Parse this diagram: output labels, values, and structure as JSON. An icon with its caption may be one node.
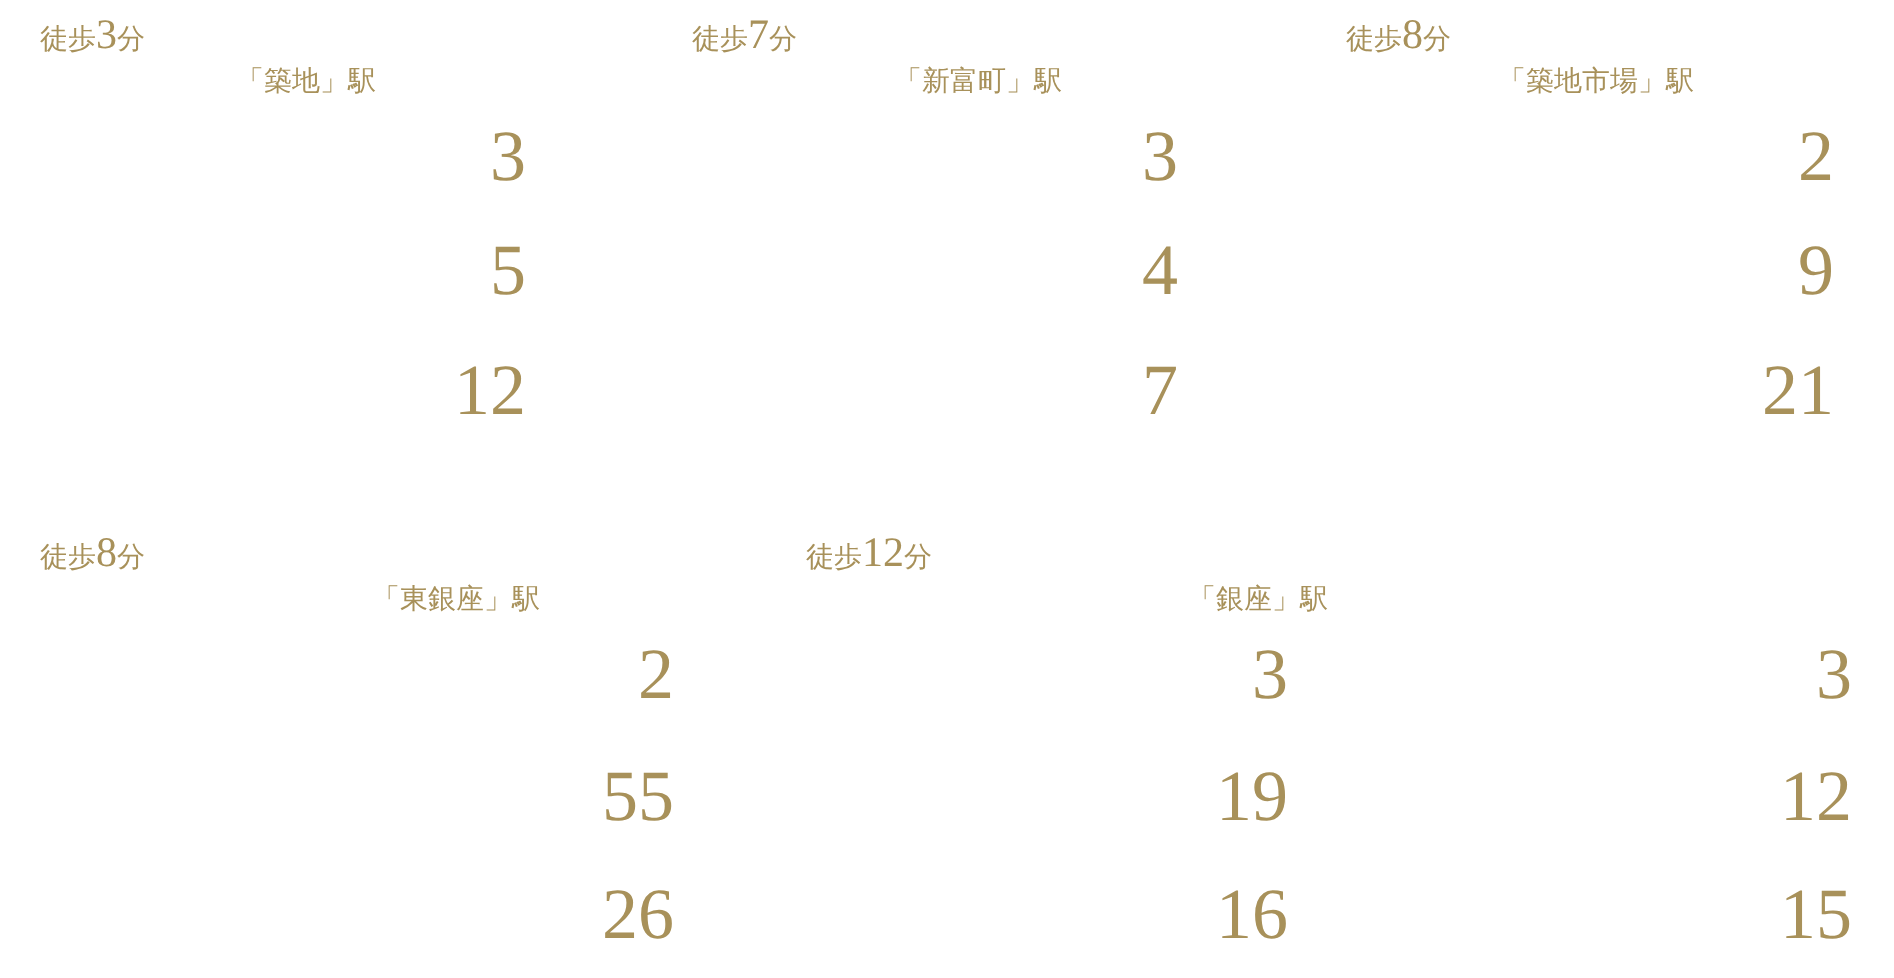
{
  "diagram": {
    "labels": [
      "徒歩3分",
      "徒歩7分",
      "徒歩8分",
      "「築地」駅",
      "「新富町」駅",
      "「築地市場」駅",
      "3",
      "3",
      "2",
      "5",
      "4",
      "9",
      "12",
      "7",
      "21",
      "徒歩8分",
      "徒歩12分",
      "「東銀座」駅",
      "「銀座」駅",
      "2",
      "3",
      "3",
      "55",
      "19",
      "12",
      "26",
      "16",
      "15"
    ]
  }
}
